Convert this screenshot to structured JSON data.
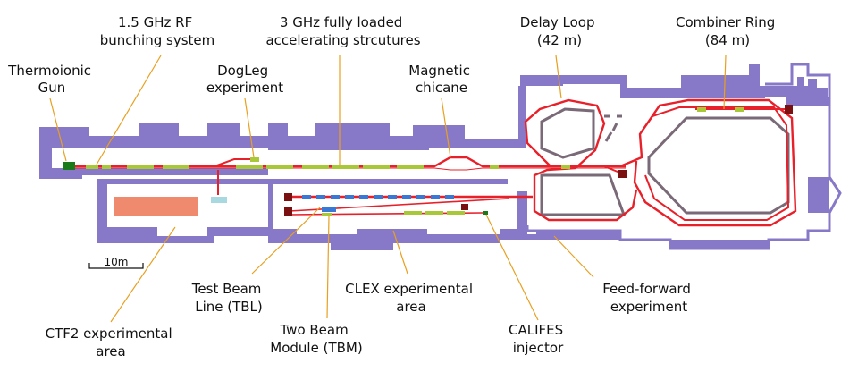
{
  "colors": {
    "wall": "#8878c8",
    "beam": "#e8202a",
    "accel": "#a8c838",
    "leader": "#e8a020",
    "ring_inner": "#7a6a78",
    "dump": "#7a1010",
    "gun": "#1a7a1a",
    "blue_module": "#3a78d8",
    "ctf2_block": "#f08a6e",
    "tbl_box": "#a8d8e0"
  },
  "labels": {
    "gun": [
      "Thermoionic",
      "Gun"
    ],
    "rf": [
      "1.5 GHz RF",
      "bunching system"
    ],
    "accel": [
      "3 GHz fully loaded",
      "accelerating strcutures"
    ],
    "dogleg": [
      "DogLeg",
      "experiment"
    ],
    "chicane": [
      "Magnetic",
      "chicane"
    ],
    "delay": [
      "Delay Loop",
      "(42 m)"
    ],
    "combiner": [
      "Combiner Ring",
      "(84 m)"
    ],
    "tbl": [
      "Test Beam",
      "Line (TBL)"
    ],
    "tbm": [
      "Two Beam",
      "Module (TBM)"
    ],
    "clex": [
      "CLEX experimental",
      "area"
    ],
    "califes": [
      "CALIFES",
      "injector"
    ],
    "feedforward": [
      "Feed-forward",
      "experiment"
    ],
    "ctf2": [
      "CTF2 experimental",
      "area"
    ]
  },
  "scale_bar": "10m"
}
